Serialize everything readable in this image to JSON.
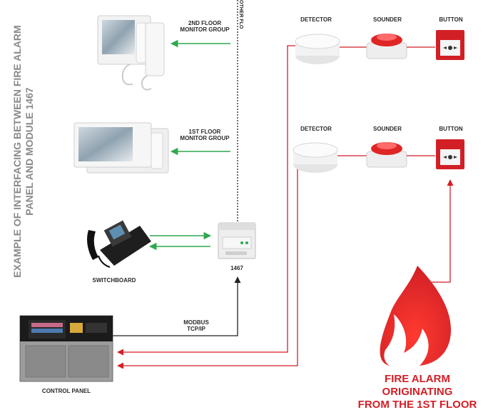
{
  "title": {
    "line1": "EXAMPLE OF INTERFACING BETWEEN FIRE ALARM",
    "line2": "PANEL AND MODULE 1467"
  },
  "labels": {
    "monitor_group_2": "2ND FLOOR\nMONITOR GROUP",
    "monitor_group_1": "1ST FLOOR\nMONITOR GROUP",
    "other_floors": "OTHER FLO",
    "switchboard": "SWITCHBOARD",
    "module": "1467",
    "modbus": "MODBUS\nTCP/IP",
    "control_panel": "CONTROL PANEL",
    "detector_top": "DETECTOR",
    "sounder_top": "SOUNDER",
    "button_top": "BUTTON",
    "detector_bottom": "DETECTOR",
    "sounder_bottom": "SOUNDER",
    "button_bottom": "BUTTON"
  },
  "fire_caption": {
    "line1": "FIRE ALARM",
    "line2": "ORIGINATING",
    "line3": "FROM THE 1ST FLOOR"
  },
  "colors": {
    "green_arrow": "#2fa84f",
    "red_line": "#d21f26",
    "black_line": "#222222",
    "title_gray": "#8a8a8a"
  },
  "icons": {
    "monitor": "video-door-monitor-icon",
    "phone": "desk-phone-icon",
    "module": "din-rail-module-icon",
    "panel": "fire-alarm-control-panel-icon",
    "detector": "smoke-detector-icon",
    "sounder": "alarm-sounder-icon",
    "button": "manual-call-point-icon",
    "fire": "flame-icon"
  }
}
